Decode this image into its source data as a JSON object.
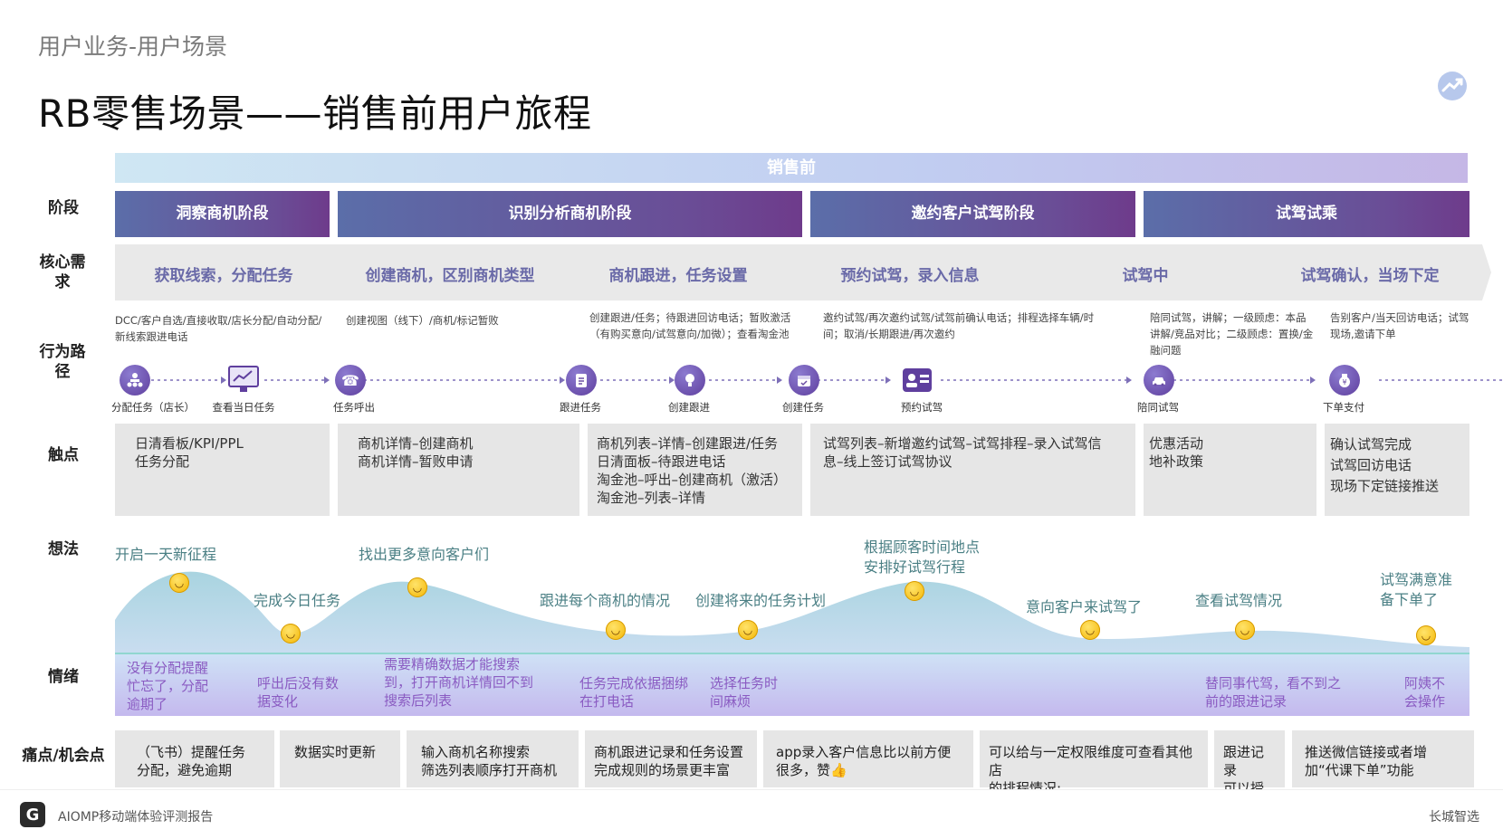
{
  "header": {
    "subtitle": "用户业务-用户场景",
    "title": "RB零售场景——销售前用户旅程"
  },
  "phase": "销售前",
  "row_labels": {
    "stage": "阶段",
    "needs": "核心需求",
    "behavior": "行为路径",
    "touch": "触点",
    "thought": "想法",
    "emotion": "情绪",
    "pain": "痛点/机会点"
  },
  "stages": [
    "洞察商机阶段",
    "识别分析商机阶段",
    "邀约客户试驾阶段",
    "试驾试乘"
  ],
  "needs": [
    "获取线索，分配任务",
    "创建商机，区别商机类型",
    "商机跟进，任务设置",
    "预约试驾，录入信息",
    "试驾中",
    "试驾确认，当场下定"
  ],
  "behavior_desc": [
    "DCC/客户自选/直接收取/店长分配/自动分配/新线索跟进电话",
    "创建视图（线下）/商机/标记暂败",
    "创建跟进/任务；待跟进回访电话；暂败激活（有购买意向/试驾意向/加微）；查看淘金池",
    "邀约试驾/再次邀约试驾/试驾前确认电话；排程选择车辆/时间；取消/长期跟进/再次邀约",
    "陪同试驾，讲解；一级顾虑：本品讲解/竞品对比；二级顾虑：置换/金融问题",
    "告别客户/当天回访电话；试驾现场,邀请下单"
  ],
  "actions": [
    {
      "label": "分配任务（店长）",
      "icon": "team-icon"
    },
    {
      "label": "查看当日任务",
      "icon": "dashboard-icon"
    },
    {
      "label": "任务呼出",
      "icon": "phone-icon"
    },
    {
      "label": "跟进任务",
      "icon": "clipboard-icon"
    },
    {
      "label": "创建跟进",
      "icon": "lightbulb-icon"
    },
    {
      "label": "创建任务",
      "icon": "calendar-icon"
    },
    {
      "label": "预约试驾",
      "icon": "id-card-icon"
    },
    {
      "label": "陪同试驾",
      "icon": "car-icon"
    },
    {
      "label": "下单支付",
      "icon": "money-bag-icon"
    }
  ],
  "touchpoints": [
    "日清看板/KPI/PPL\n任务分配",
    "商机详情–创建商机\n商机详情–暂败申请",
    "商机列表–详情–创建跟进/任务\n日清面板–待跟进电话\n淘金池–呼出–创建商机（激活）\n淘金池–列表–详情",
    "试驾列表–新增邀约试驾–试驾排程–录入试驾信息–线上签订试驾协议",
    "优惠活动\n地补政策",
    "确认试驾完成\n试驾回访电话\n现场下定链接推送"
  ],
  "thoughts": [
    "开启一天新征程",
    "完成今日任务",
    "找出更多意向客户们",
    "跟进每个商机的情况",
    "创建将来的任务计划",
    "根据顾客时间地点\n安排好试驾行程",
    "意向客户来试驾了",
    "查看试驾情况",
    "试驾满意准\n备下单了"
  ],
  "emotions": [
    "没有分配提醒\n忙忘了，分配\n逾期了",
    "呼出后没有数\n据变化",
    "需要精确数据才能搜索\n到，打开商机详情回不到\n搜索后列表",
    "任务完成依据捆绑\n在打电话",
    "选择任务时\n间麻烦",
    "替同事代驾，看不到之\n前的跟进记录",
    "阿姨不\n会操作"
  ],
  "pains": [
    "（飞书）提醒任务\n分配，避免逾期",
    "数据实时更新",
    "输入商机名称搜索\n筛选列表顺序打开商机",
    "商机跟进记录和任务设置\n完成规则的场景更丰富",
    "app录入客户信息比以前方便\n很多，赞👍",
    "可以给与一定权限维度可查看其他店\n的排程情况;",
    "跟进记录\n可以授权",
    "推送微信链接或者增\n加“代课下单”功能"
  ],
  "footer": {
    "logo": "G",
    "report": "AIOMP移动端体验评测报告",
    "brand": "长城智选"
  },
  "colors": {
    "stage_start": "#5b6ea9",
    "stage_end": "#6e3b8b",
    "need_text": "#6a6aa8",
    "thought_text": "#4a7f84",
    "emotion_text": "#8a5bc2",
    "touch_bg": "#e6e6e6"
  }
}
